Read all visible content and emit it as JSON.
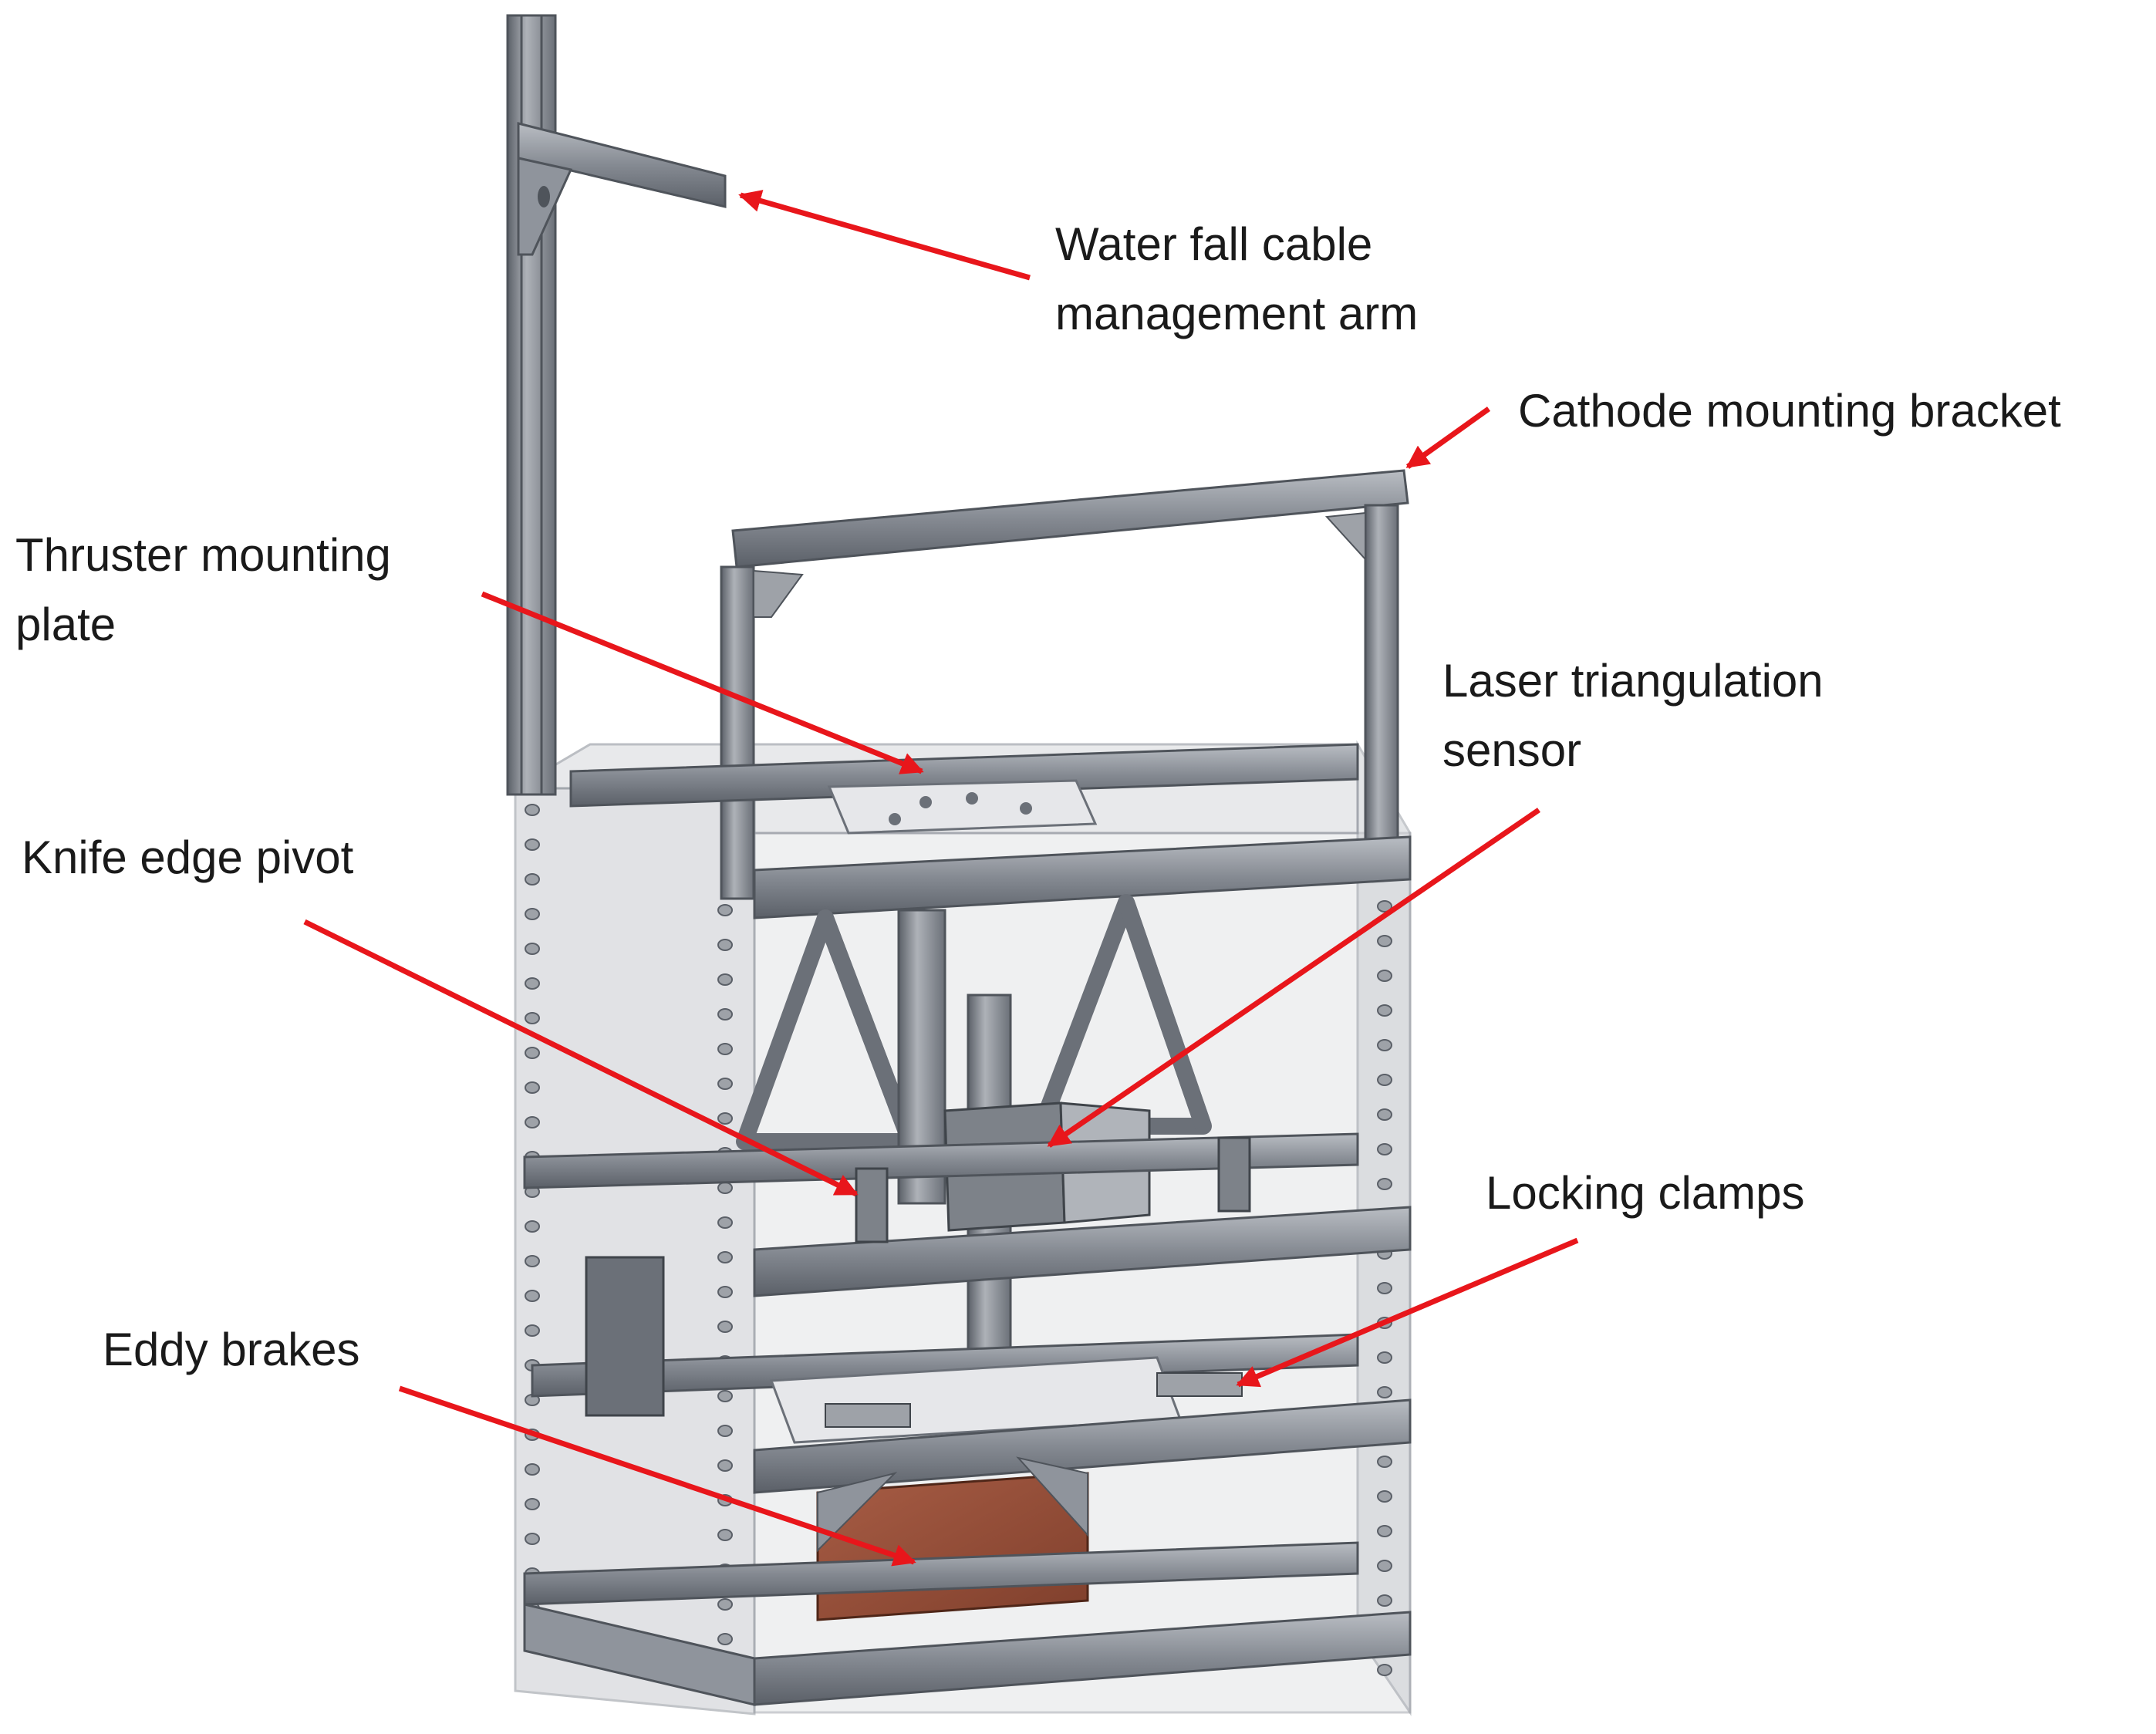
{
  "callouts": [
    {
      "id": "waterfall",
      "lines": [
        "Water fall cable",
        "management arm"
      ]
    },
    {
      "id": "cathode",
      "lines": [
        "Cathode mounting bracket"
      ]
    },
    {
      "id": "thruster",
      "lines": [
        "Thruster mounting",
        "plate"
      ]
    },
    {
      "id": "laser",
      "lines": [
        "Laser triangulation",
        "sensor"
      ]
    },
    {
      "id": "knife",
      "lines": [
        "Knife edge pivot"
      ]
    },
    {
      "id": "clamps",
      "lines": [
        "Locking clamps"
      ]
    },
    {
      "id": "eddy",
      "lines": [
        "Eddy brakes"
      ]
    }
  ],
  "colors": {
    "arrow": "#e8161b",
    "frame": "#8f949c",
    "frame_dark": "#5b6068",
    "panel": "#d4d6d9",
    "copper": "#9a4f38",
    "plate": "#e6e7ea"
  }
}
